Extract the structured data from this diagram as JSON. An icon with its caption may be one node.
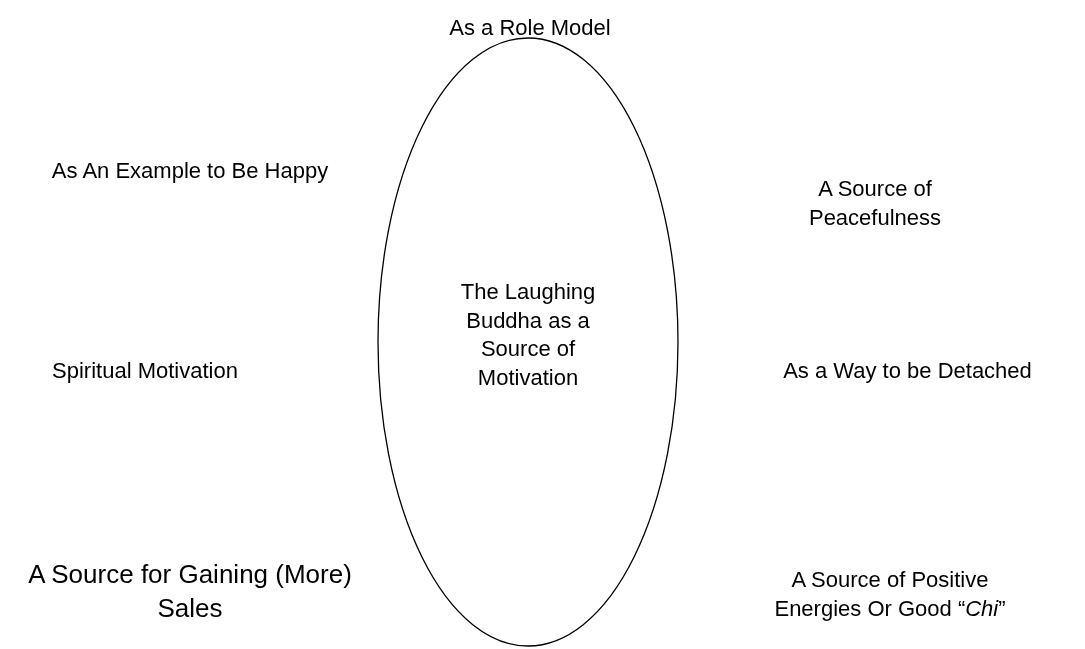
{
  "diagram": {
    "nodes": [
      {
        "text": [
          "The Laughing Buddha as a Source of Motivation"
        ]
      }
    ],
    "labels": [
      "As a Role Model",
      "As An Example to Be Happy",
      "A Source of Peacefulness",
      "Spiritual Motivation",
      "As a Way to be Detached",
      "A Source for Gaining (More) Sales",
      "A Source of Positive Energies Or Good “*Chi*”"
    ]
  }
}
